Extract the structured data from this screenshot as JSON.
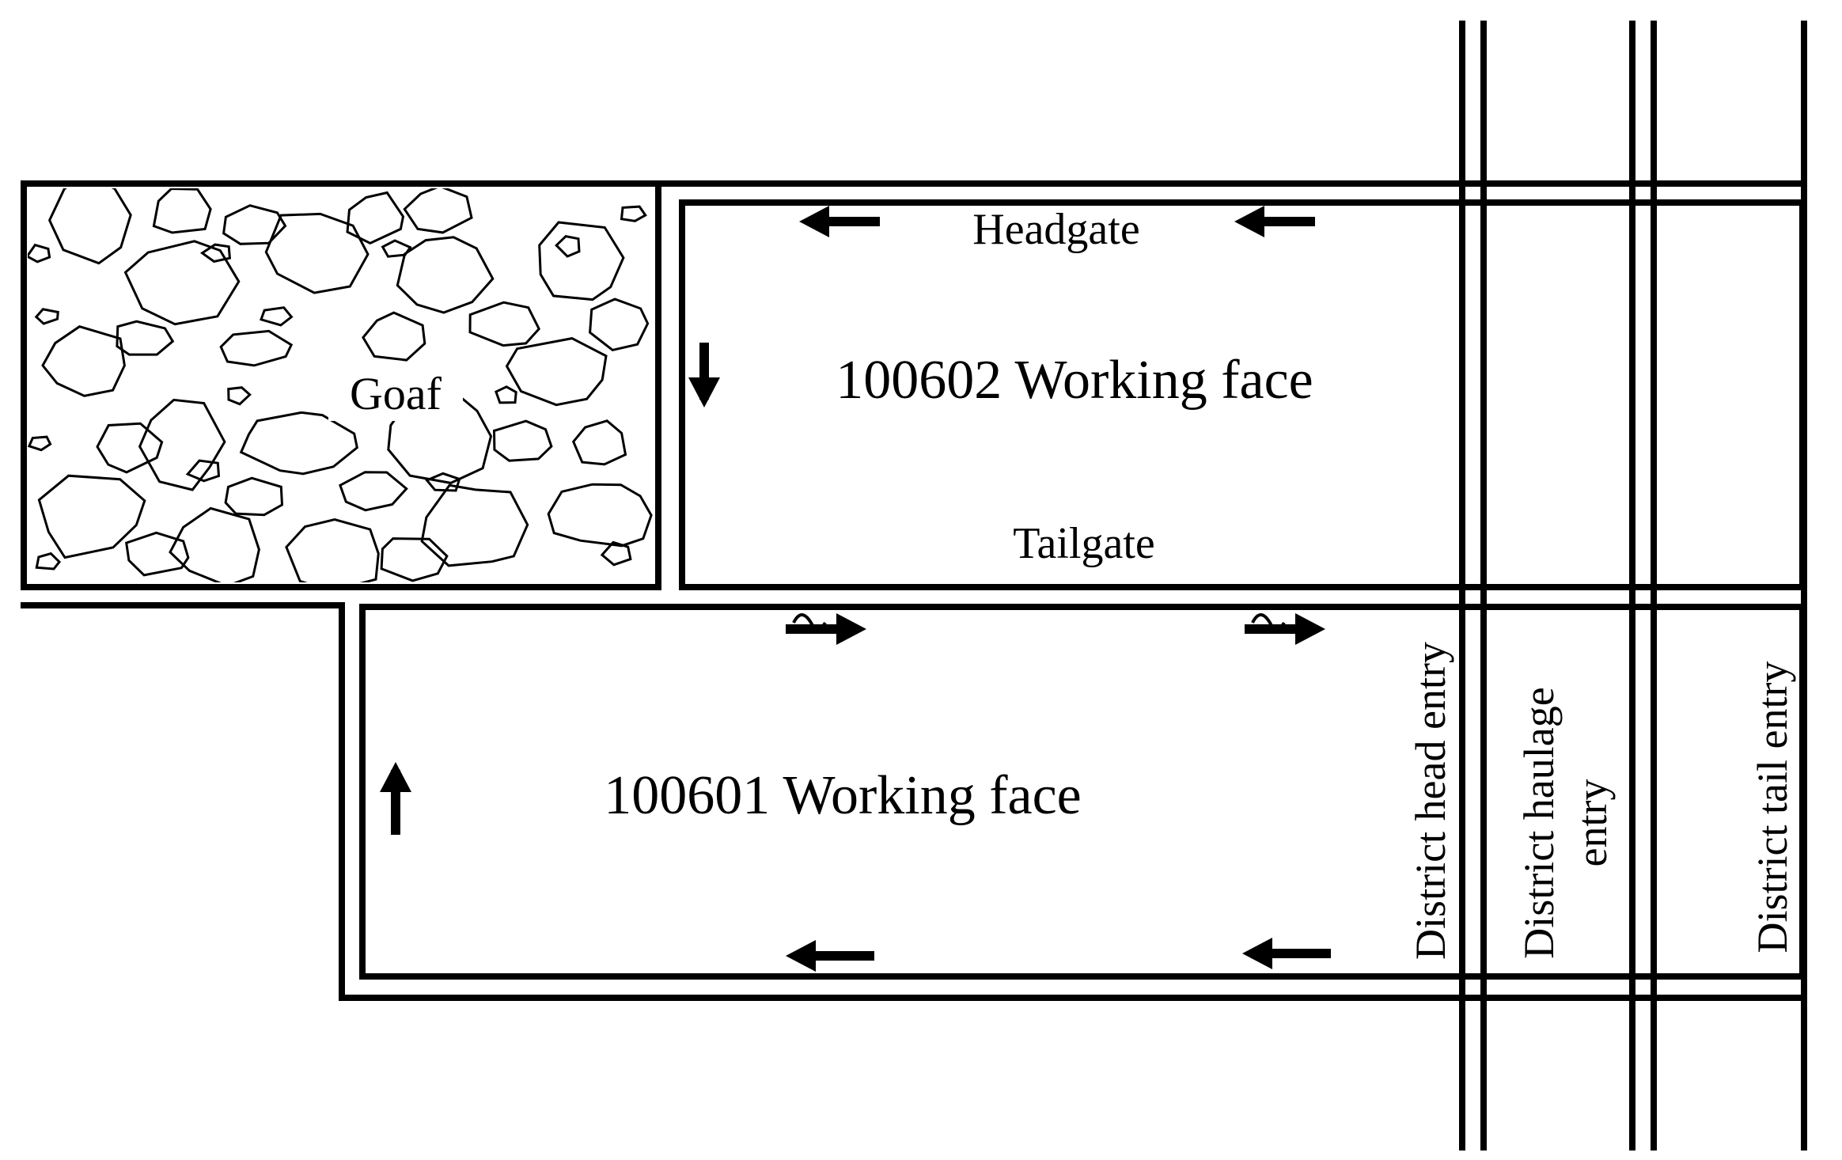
{
  "labels": {
    "goaf": "Goaf",
    "headgate": "Headgate",
    "face_upper": "100602 Working face",
    "tailgate": "Tailgate",
    "face_lower": "100601 Working face",
    "district_head": "District head entry",
    "district_haulage_1": "District haulage",
    "district_haulage_2": "entry",
    "district_tail": "District tail entry"
  },
  "colors": {
    "line": "#000000",
    "background": "#ffffff"
  },
  "icons": {
    "arrow": "arrow-icon",
    "rock": "rock-icon"
  }
}
